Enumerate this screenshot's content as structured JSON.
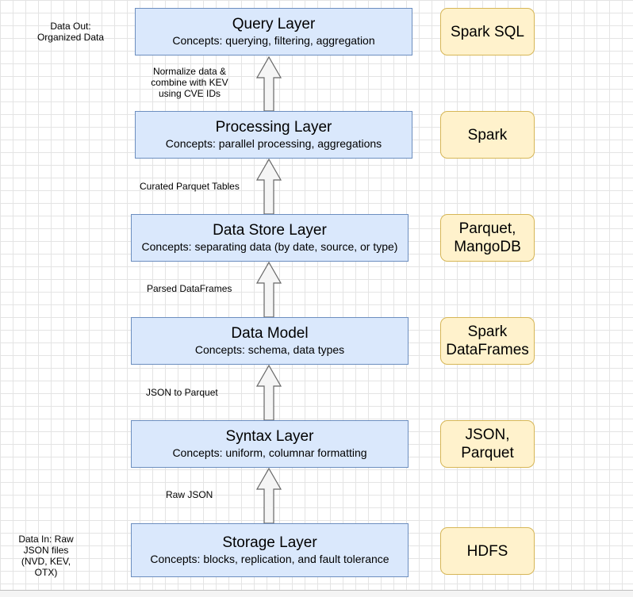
{
  "layers": {
    "query": {
      "title": "Query Layer",
      "concepts": "Concepts: querying, filtering, aggregation"
    },
    "processing": {
      "title": "Processing Layer",
      "concepts": "Concepts: parallel processing, aggregations"
    },
    "datastore": {
      "title": "Data Store Layer",
      "concepts": "Concepts: separating data (by date, source, or type)"
    },
    "datamodel": {
      "title": "Data Model",
      "concepts": "Concepts: schema, data types"
    },
    "syntax": {
      "title": "Syntax Layer",
      "concepts": "Concepts: uniform, columnar formatting"
    },
    "storage": {
      "title": "Storage Layer",
      "concepts": "Concepts: blocks, replication, and fault tolerance"
    }
  },
  "technologies": {
    "query": "Spark SQL",
    "processing": "Spark",
    "datastore": "Parquet, MangoDB",
    "datamodel": "Spark DataFrames",
    "syntax": "JSON, Parquet",
    "storage": "HDFS"
  },
  "transitions": {
    "processing_to_query": "Normalize data & combine with KEV using CVE IDs",
    "datastore_to_processing": "Curated Parquet Tables",
    "datamodel_to_datastore": "Parsed DataFrames",
    "syntax_to_datamodel": "JSON to Parquet",
    "storage_to_syntax": "Raw JSON"
  },
  "io": {
    "data_out": "Data Out: Organized Data",
    "data_in": "Data In: Raw JSON files (NVD, KEV, OTX)"
  },
  "colors": {
    "layer_fill": "#dae8fc",
    "layer_border": "#6c8ebf",
    "tech_fill": "#fff2cc",
    "tech_border": "#d6b656",
    "arrow_fill": "#f5f5f5",
    "arrow_stroke": "#666666"
  }
}
